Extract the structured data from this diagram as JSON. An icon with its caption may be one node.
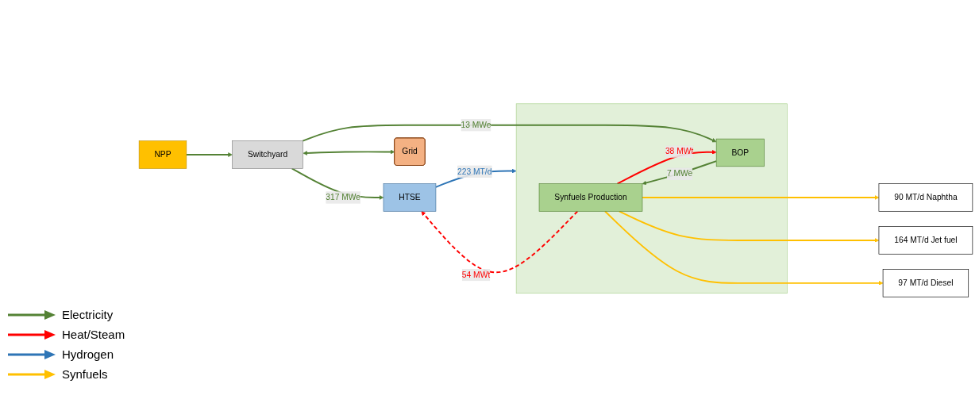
{
  "diagram": {
    "nodes": [
      {
        "text": [
          "NPP"
        ]
      },
      {
        "text": [
          "HTSE"
        ]
      },
      {
        "text": [
          "Switchyard"
        ]
      },
      {
        "text": [
          "Grid"
        ]
      },
      {
        "text": [],
        "shape": "box"
      },
      {
        "text": [
          "Synfuels Production"
        ],
        "in": 4
      },
      {
        "text": [
          "BOP"
        ],
        "in": 4
      },
      {
        "text": [
          "90 MT/d Naphtha"
        ]
      },
      {
        "text": [
          "164 MT/d Jet fuel"
        ]
      },
      {
        "text": [
          "97 MT/d Diesel"
        ]
      }
    ],
    "edges": [
      {
        "from": 0,
        "to": 2,
        "arrow": "to"
      },
      {
        "from": 2,
        "to": 3,
        "arrow": "both"
      },
      {
        "from": 2,
        "to": 1,
        "arrow": "to",
        "label": "317 MWe"
      },
      {
        "from": 2,
        "to": 6,
        "arrow": "to",
        "label": "13 MWe"
      },
      {
        "from": 1,
        "to": 4,
        "arrow": "to",
        "label": "223 MT/d",
        "color": "#2e75b6"
      },
      {
        "from": 5,
        "to": 1,
        "arrow": "to",
        "label": "54 MWt",
        "style": "dashed",
        "color": "#ff0000"
      },
      {
        "from": 5,
        "to": 6,
        "arrow": "to",
        "label": "38 MWt",
        "color": "#ff0000"
      },
      {
        "from": 6,
        "to": 5,
        "arrow": "to",
        "label": "7 MWe"
      },
      {
        "from": 5,
        "to": 7,
        "arrow": "to",
        "color": "#ffc000"
      },
      {
        "from": 5,
        "to": 8,
        "arrow": "to",
        "color": "#ffc000"
      },
      {
        "from": 5,
        "to": 9,
        "arrow": "to",
        "color": "#ffc000"
      }
    ],
    "legend": [
      {
        "text": "Electricity",
        "color": "#548235"
      },
      {
        "text": "Heat/Steam",
        "color": "#ff0000"
      },
      {
        "text": "Hydrogen",
        "color": "#2e75b6"
      },
      {
        "text": "Synfuels",
        "color": "#ffc000"
      }
    ]
  }
}
